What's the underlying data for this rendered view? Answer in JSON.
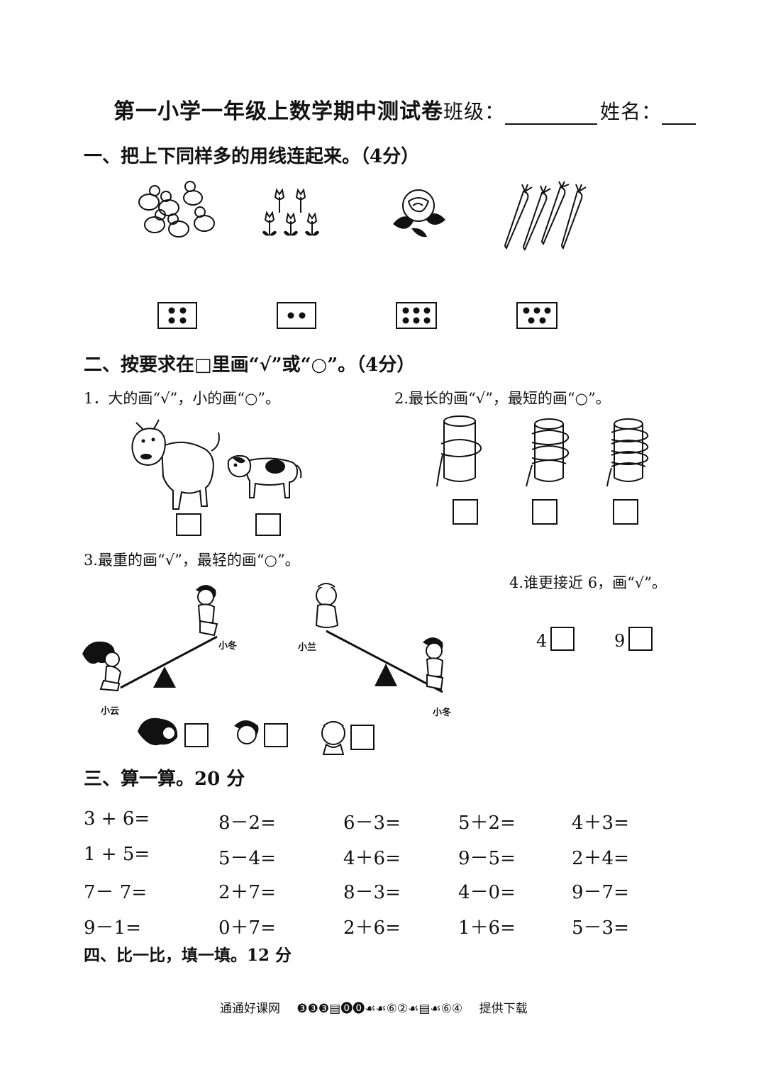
{
  "header": {
    "title": "第一小学一年级上数学期中测试卷",
    "class_label": "班级：",
    "name_label": "姓名："
  },
  "section1": {
    "heading": "一、把上下同样多的用线连起来。（4分）",
    "pictures": [
      "chicks",
      "tulips",
      "rose",
      "carrots"
    ],
    "dot_cards": [
      4,
      2,
      6,
      5
    ]
  },
  "section2": {
    "heading": "二、按要求在□里画“√”或“○”。（4分）",
    "q1": "1．大的画“√”，小的画“○”。",
    "q2": "2.最长的画“√”，最短的画“○”。",
    "q3": "3.最重的画“√”，最轻的画“○”。",
    "q4": "4.谁更接近 6，画“√”。",
    "q4_options": [
      "4",
      "9"
    ],
    "seesaw_names": {
      "left_low": "小云",
      "left_high": "小冬",
      "right_high": "小兰",
      "right_low": "小冬"
    }
  },
  "section3": {
    "heading": "三、算一算。20 分",
    "rows": [
      [
        "3 + 6=",
        "8－2=",
        "6－3=",
        "5＋2=",
        "4＋3="
      ],
      [
        "1 + 5=",
        "5－4=",
        "4＋6=",
        "9－5=",
        "2＋4="
      ],
      [
        "7－ 7=",
        "2＋7=",
        "8－3=",
        "4－0=",
        "9－7="
      ],
      [
        "9－1=",
        "0＋7=",
        "2＋6=",
        "1＋6=",
        "5－3="
      ]
    ]
  },
  "section4": {
    "heading": "四、比一比，填一填。12 分"
  },
  "footer": {
    "site": "通通好课网",
    "garbled": "❸❸❸▤⓿⓿☙☙⑥②☙▤☙⑥④",
    "suffix": "提供下载"
  }
}
